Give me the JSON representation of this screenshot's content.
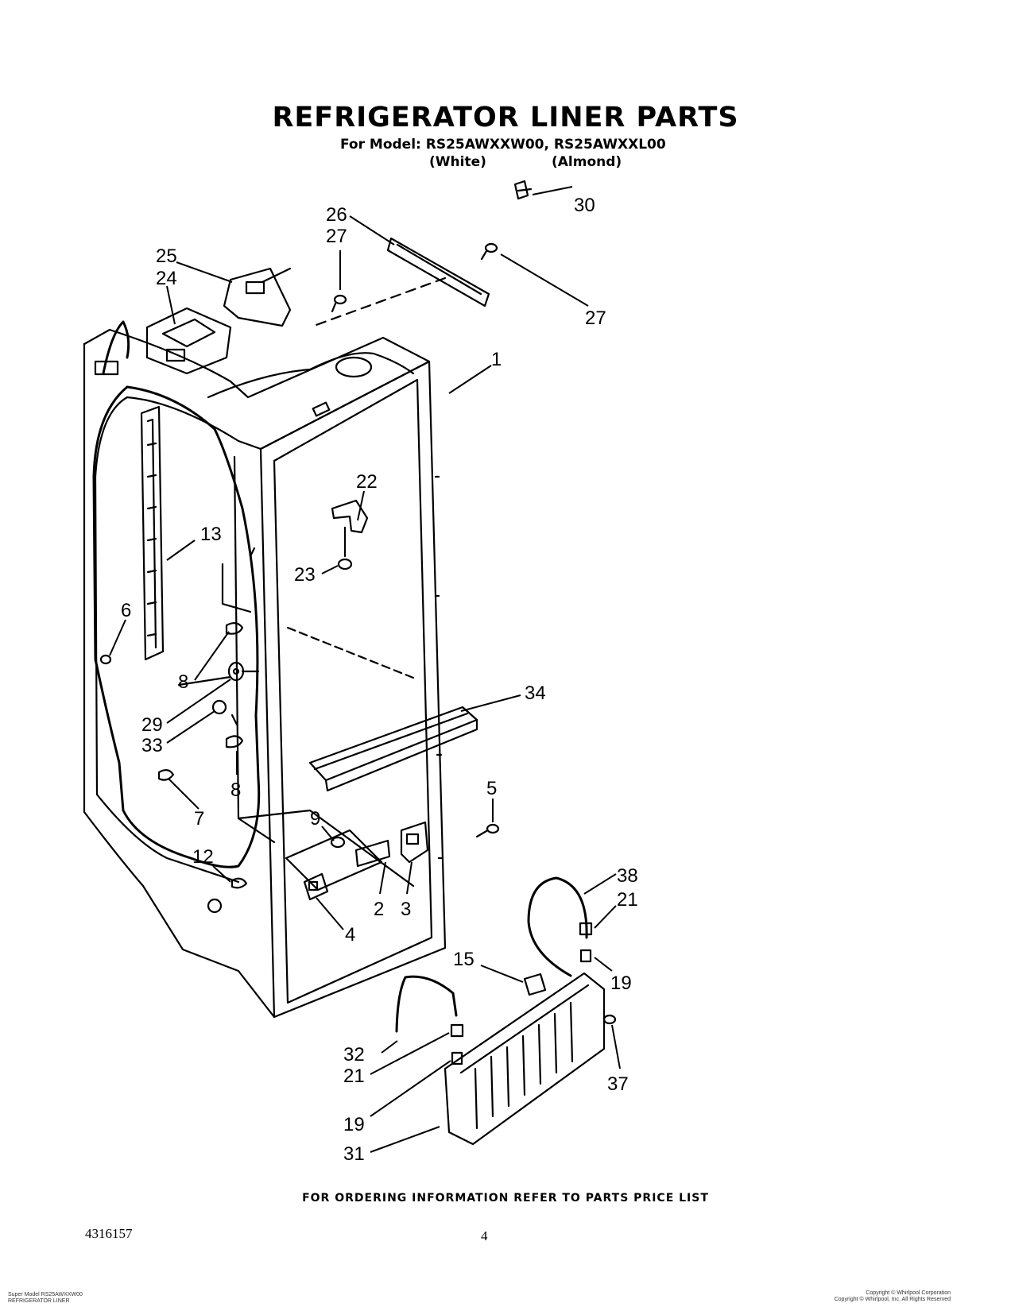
{
  "header": {
    "title": "REFRIGERATOR LINER PARTS",
    "model_line": "For Model: RS25AWXXW00, RS25AWXXL00",
    "color_white": "(White)",
    "color_almond": "(Almond)"
  },
  "callouts": {
    "c1": "1",
    "c2": "2",
    "c3": "3",
    "c4": "4",
    "c5": "5",
    "c6": "6",
    "c7": "7",
    "c8a": "8",
    "c8b": "8",
    "c9": "9",
    "c12": "12",
    "c13": "13",
    "c15": "15",
    "c19a": "19",
    "c19b": "19",
    "c21a": "21",
    "c21b": "21",
    "c22": "22",
    "c23": "23",
    "c24": "24",
    "c25": "25",
    "c26": "26",
    "c27a": "27",
    "c27b": "27",
    "c29": "29",
    "c30": "30",
    "c31": "31",
    "c32": "32",
    "c33": "33",
    "c34": "34",
    "c37": "37",
    "c38": "38"
  },
  "footer": {
    "ordering_note": "FOR ORDERING INFORMATION REFER TO PARTS PRICE LIST",
    "doc_number": "4316157",
    "page_number": "4",
    "tiny_left_line1": "Super Model RS25AWXXW00",
    "tiny_left_line2": "REFRIGERATOR LINER",
    "tiny_right_line1": "Copyright © Whirlpool Corporation",
    "tiny_right_line2": "Copyright © Whirlpool, Inc. All Rights Reserved"
  }
}
